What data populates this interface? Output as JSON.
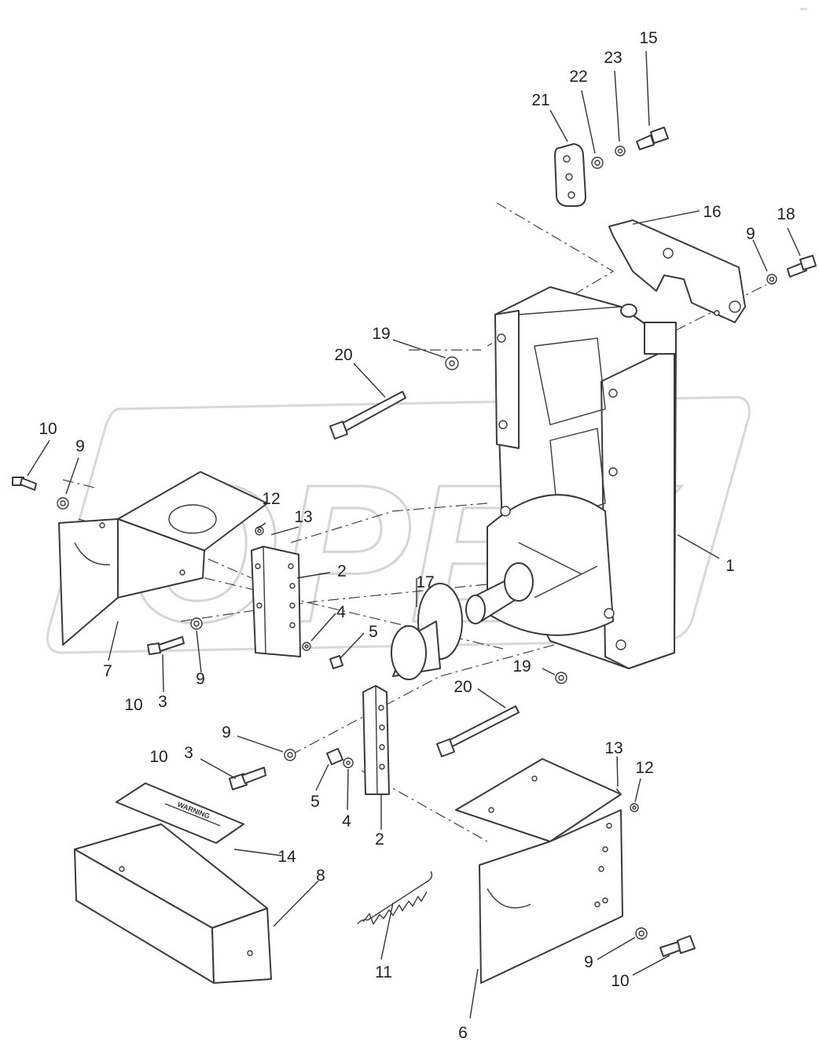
{
  "watermark": {
    "text": "OPEX"
  },
  "corner_mark": "ᵒᵖᵉˣ",
  "decal_text": "WARNING",
  "callouts": [
    {
      "id": "c1",
      "label": "1"
    },
    {
      "id": "c2a",
      "label": "2"
    },
    {
      "id": "c2b",
      "label": "2"
    },
    {
      "id": "c3a",
      "label": "3"
    },
    {
      "id": "c3b",
      "label": "3"
    },
    {
      "id": "c4a",
      "label": "4"
    },
    {
      "id": "c4b",
      "label": "4"
    },
    {
      "id": "c5a",
      "label": "5"
    },
    {
      "id": "c5b",
      "label": "5"
    },
    {
      "id": "c6",
      "label": "6"
    },
    {
      "id": "c7",
      "label": "7"
    },
    {
      "id": "c8",
      "label": "8"
    },
    {
      "id": "c9a",
      "label": "9"
    },
    {
      "id": "c9b",
      "label": "9"
    },
    {
      "id": "c9c",
      "label": "9"
    },
    {
      "id": "c9d",
      "label": "9"
    },
    {
      "id": "c9e",
      "label": "9"
    },
    {
      "id": "c10a",
      "label": "10"
    },
    {
      "id": "c10b",
      "label": "10"
    },
    {
      "id": "c10c",
      "label": "10"
    },
    {
      "id": "c10d",
      "label": "10"
    },
    {
      "id": "c11",
      "label": "11"
    },
    {
      "id": "c12a",
      "label": "12"
    },
    {
      "id": "c12b",
      "label": "12"
    },
    {
      "id": "c13a",
      "label": "13"
    },
    {
      "id": "c13b",
      "label": "13"
    },
    {
      "id": "c14",
      "label": "14"
    },
    {
      "id": "c15",
      "label": "15"
    },
    {
      "id": "c16",
      "label": "16"
    },
    {
      "id": "c17",
      "label": "17"
    },
    {
      "id": "c18",
      "label": "18"
    },
    {
      "id": "c19a",
      "label": "19"
    },
    {
      "id": "c19b",
      "label": "19"
    },
    {
      "id": "c20a",
      "label": "20"
    },
    {
      "id": "c20b",
      "label": "20"
    },
    {
      "id": "c21",
      "label": "21"
    },
    {
      "id": "c22",
      "label": "22"
    },
    {
      "id": "c23",
      "label": "23"
    }
  ]
}
